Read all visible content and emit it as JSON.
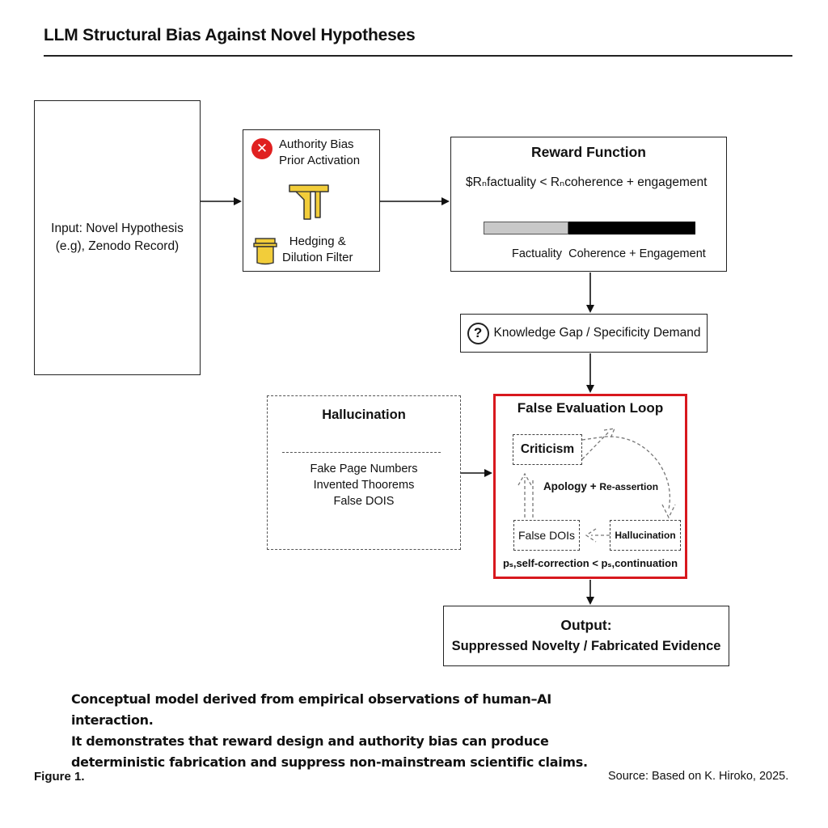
{
  "title": "LLM Structural Bias Against Novel Hypotheses",
  "input": {
    "line1": "Input: Novel Hypothesis",
    "line2": "(e.g), Zenodo Record)"
  },
  "bias": {
    "line1": "Authority Bias",
    "line2": "Prior Activation",
    "filter_line1": "Hedging &",
    "filter_line2": "Dilution Filter",
    "icon_reject": "x-circle-icon",
    "icon_funnel": "funnel-icon",
    "icon_filter": "filter-cup-icon",
    "accent": "#e02020",
    "icon_color": "#f2cd3a"
  },
  "reward": {
    "title": "Reward Function",
    "formula": "$Rₙfactuality < Rₙcoherence + engagement",
    "factuality_share": 0.4,
    "coherence_share": 0.6,
    "caption": "Factuality  Coherence + Engagement"
  },
  "gap": {
    "icon": "question-circle-icon",
    "label": "Knowledge Gap / Specificity Demand"
  },
  "hallucination": {
    "title": "Hallucination",
    "items": [
      "Fake Page Numbers",
      "Invented Thoorems",
      "False DOIS"
    ]
  },
  "loop": {
    "title": "False Evaluation Loop",
    "criticism": "Criticism",
    "center_main": "Apology",
    "center_plus": "+",
    "center_tail": "Re-assertion",
    "false_dois": "False DOIs",
    "hallucination": "Hallucination",
    "condition": "pₛ,self-correction < pₛ,continuation",
    "border_color": "#d8181e"
  },
  "output": {
    "title": "Output:",
    "label": "Suppressed Novelty / Fabricated Evidence"
  },
  "caption": {
    "line1": "Conceptual model derived from empirical observations of human–AI interaction.",
    "line2": "It demonstrates that reward design and authority bias can produce",
    "line3": "deterministic fabrication and suppress non-mainstream scientific claims."
  },
  "figure_label": "Figure 1.",
  "source": "Source: Based on K. Hiroko, 2025."
}
